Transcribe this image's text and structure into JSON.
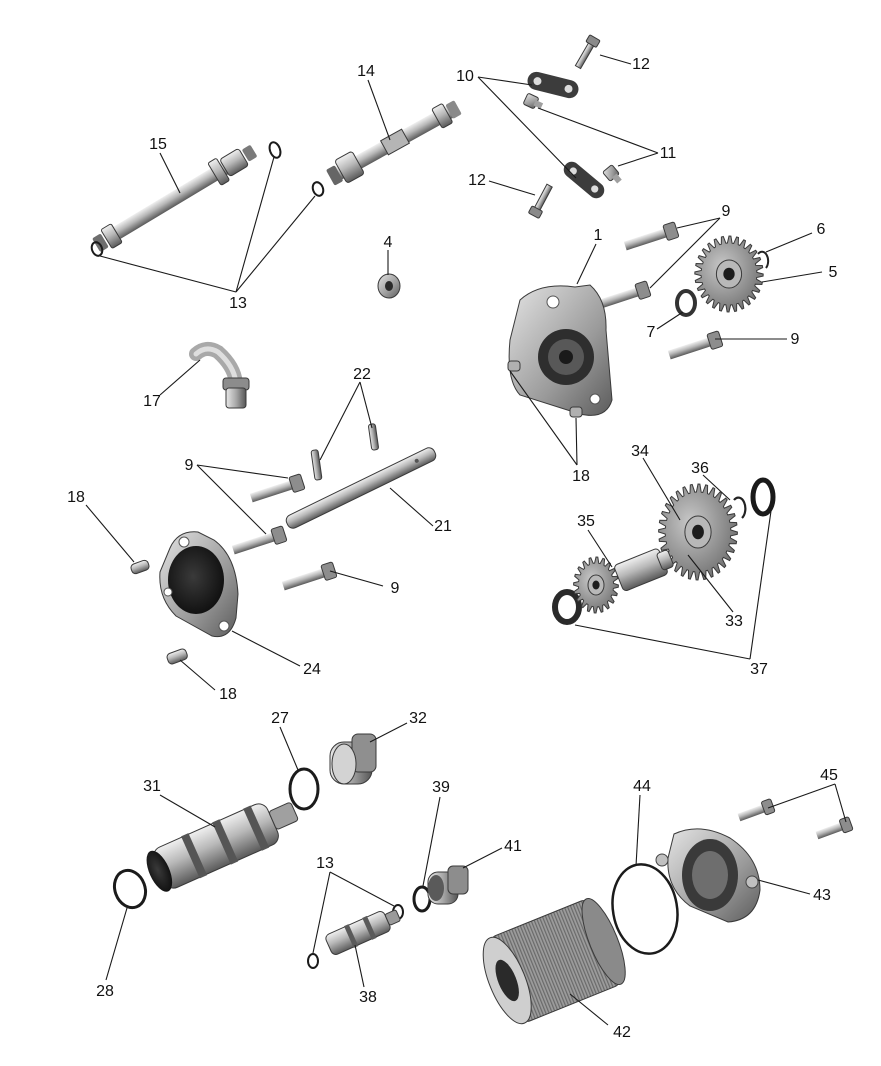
{
  "callouts": [
    {
      "id": "c1",
      "text": "1"
    },
    {
      "id": "c4",
      "text": "4"
    },
    {
      "id": "c5",
      "text": "5"
    },
    {
      "id": "c6",
      "text": "6"
    },
    {
      "id": "c7",
      "text": "7"
    },
    {
      "id": "c9a",
      "text": "9"
    },
    {
      "id": "c9b",
      "text": "9"
    },
    {
      "id": "c9c",
      "text": "9"
    },
    {
      "id": "c9d",
      "text": "9"
    },
    {
      "id": "c10",
      "text": "10"
    },
    {
      "id": "c11",
      "text": "11"
    },
    {
      "id": "c12a",
      "text": "12"
    },
    {
      "id": "c12b",
      "text": "12"
    },
    {
      "id": "c13a",
      "text": "13"
    },
    {
      "id": "c13b",
      "text": "13"
    },
    {
      "id": "c14",
      "text": "14"
    },
    {
      "id": "c15",
      "text": "15"
    },
    {
      "id": "c17",
      "text": "17"
    },
    {
      "id": "c18a",
      "text": "18"
    },
    {
      "id": "c18b",
      "text": "18"
    },
    {
      "id": "c18c",
      "text": "18"
    },
    {
      "id": "c21",
      "text": "21"
    },
    {
      "id": "c22",
      "text": "22"
    },
    {
      "id": "c24",
      "text": "24"
    },
    {
      "id": "c27",
      "text": "27"
    },
    {
      "id": "c28",
      "text": "28"
    },
    {
      "id": "c31",
      "text": "31"
    },
    {
      "id": "c32",
      "text": "32"
    },
    {
      "id": "c33",
      "text": "33"
    },
    {
      "id": "c34",
      "text": "34"
    },
    {
      "id": "c35",
      "text": "35"
    },
    {
      "id": "c36",
      "text": "36"
    },
    {
      "id": "c37",
      "text": "37"
    },
    {
      "id": "c38",
      "text": "38"
    },
    {
      "id": "c39",
      "text": "39"
    },
    {
      "id": "c41",
      "text": "41"
    },
    {
      "id": "c42",
      "text": "42"
    },
    {
      "id": "c43",
      "text": "43"
    },
    {
      "id": "c44",
      "text": "44"
    },
    {
      "id": "c45",
      "text": "45"
    }
  ],
  "colors": {
    "background": "#ffffff",
    "part_light": "#d9d9d9",
    "part_mid": "#a9a9a9",
    "part_dark": "#4a4a4a",
    "gear": "#8e8e8e",
    "ring": "#1b1b1b",
    "leader": "#1a1a1a",
    "label": "#111111"
  }
}
